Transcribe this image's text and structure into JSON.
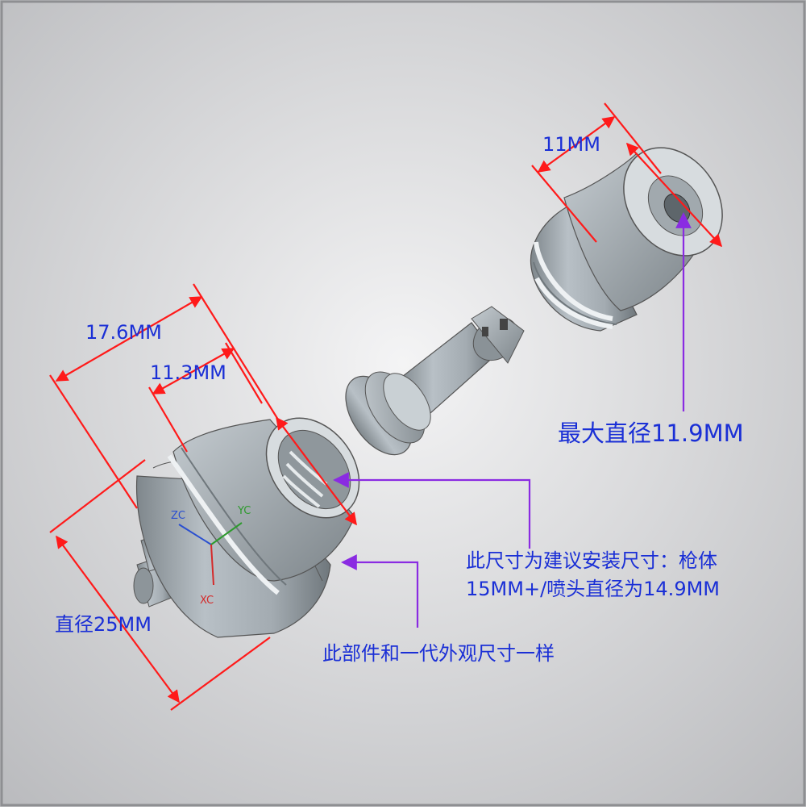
{
  "dimensions": {
    "top_length": "11MM",
    "front_length": "17.6MM",
    "front_inner_length": "11.3MM",
    "front_diameter": "直径25MM",
    "max_diameter": "最大直径11.9MM"
  },
  "notes": {
    "install_line1": "此尺寸为建议安装尺寸：枪体",
    "install_line2": "15MM+/喷头直径为14.9MM",
    "same_size": "此部件和一代外观尺寸一样"
  },
  "axes": {
    "zc": "ZC",
    "yc": "YC",
    "xc": "XC"
  },
  "colors": {
    "dimension_line": "#ff1a1a",
    "dimension_text": "#1a2fd6",
    "callout_arrow": "#8a2be2",
    "part_fill": "#a9b1b7",
    "background": "#dcdddf"
  }
}
